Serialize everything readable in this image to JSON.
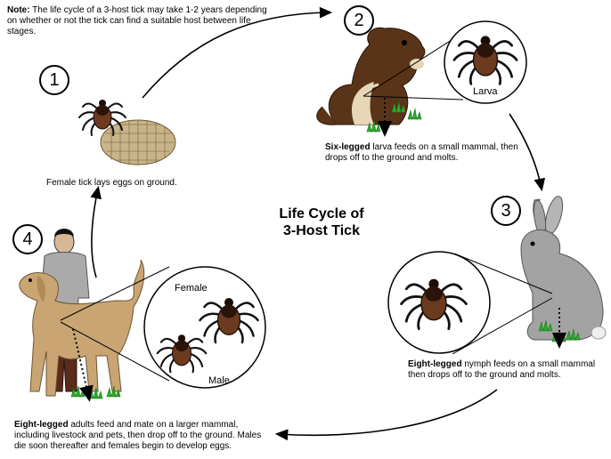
{
  "note": {
    "label": "Note:",
    "text": "The life cycle of a 3-host tick may take 1-2 years depending on whether or not the tick can find a suitable host between life stages."
  },
  "title": {
    "line1": "Life Cycle of",
    "line2": "3-Host Tick"
  },
  "stages": [
    {
      "number": "1",
      "caption_bold": "",
      "caption": "Female tick lays eggs on ground."
    },
    {
      "number": "2",
      "caption_bold": "Six-legged",
      "caption": " larva feeds on a small mammal, then drops off to the ground and molts.",
      "inset_label": "Larva"
    },
    {
      "number": "3",
      "caption_bold": "Eight-legged",
      "caption": " nymph feeds on a small mammal then drops off to the ground and molts."
    },
    {
      "number": "4",
      "caption_bold": "Eight-legged",
      "caption": " adults feed and mate on a larger mammal, including livestock and pets, then drop off to the ground. Males die soon thereafter and females begin to develop eggs.",
      "inset_labels": [
        "Female",
        "Male"
      ]
    }
  ],
  "colors": {
    "tick_dark": "#3b1d10",
    "tick_body": "#6b3a1f",
    "eggs": "#c9b48a",
    "chipmunk": "#5a3418",
    "rabbit": "#a3a3a3",
    "dog": "#c9a574",
    "grass": "#2ea82e"
  }
}
